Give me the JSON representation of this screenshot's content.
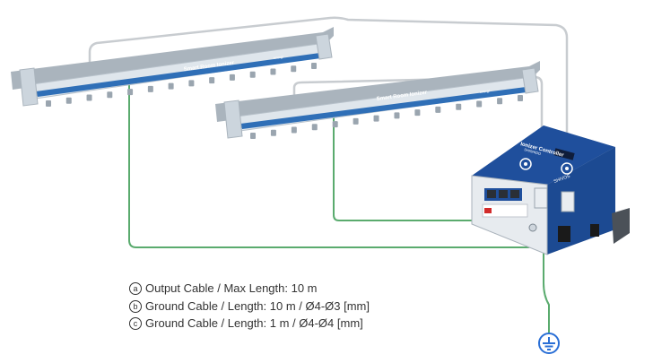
{
  "ionizers": [
    {
      "label": "Smart Room Ionizer",
      "small_label": "energi"
    },
    {
      "label": "Smart Room Ionizer",
      "small_label": "energi"
    }
  ],
  "controller": {
    "title": "Ionizer Controller",
    "brand": "SHISHIDO",
    "model": "SHIVOS"
  },
  "legend": [
    {
      "marker": "a",
      "text": "Output Cable / Max Length: 10 m"
    },
    {
      "marker": "b",
      "text": "Ground Cable / Length: 10 m / Ø4-Ø3 [mm]"
    },
    {
      "marker": "c",
      "text": "Ground Cable / Length: 1 m / Ø4-Ø4 [mm]"
    }
  ],
  "colors": {
    "output_cable": "#c8ccd0",
    "ground_cable": "#5aab6e",
    "ionizer_body": "#dfe6ec",
    "ionizer_stripe": "#2f6fb7",
    "controller_blue": "#1f4f9c",
    "ground_symbol": "#2a6fd6"
  },
  "icons": {
    "ground": "earth-ground-icon"
  }
}
